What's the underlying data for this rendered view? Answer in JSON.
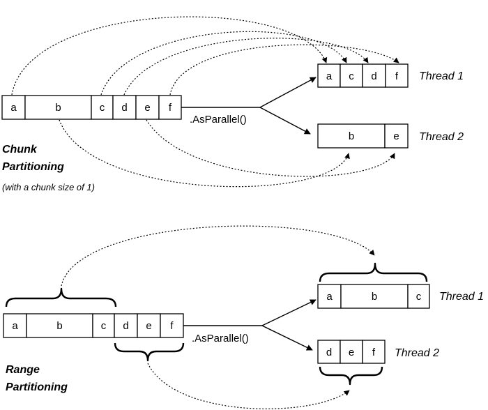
{
  "chunk": {
    "title_line1": "Chunk",
    "title_line2": "Partitioning",
    "note": "(with a chunk size of 1)",
    "source": [
      "a",
      "b",
      "c",
      "d",
      "e",
      "f"
    ],
    "method": ".AsParallel()",
    "thread1": {
      "label": "Thread 1",
      "items": [
        "a",
        "c",
        "d",
        "f"
      ]
    },
    "thread2": {
      "label": "Thread 2",
      "items": [
        "b",
        "e"
      ]
    }
  },
  "range": {
    "title_line1": "Range",
    "title_line2": "Partitioning",
    "source": [
      "a",
      "b",
      "c",
      "d",
      "e",
      "f"
    ],
    "method": ".AsParallel()",
    "thread1": {
      "label": "Thread 1",
      "items": [
        "a",
        "b",
        "c"
      ]
    },
    "thread2": {
      "label": "Thread 2",
      "items": [
        "d",
        "e",
        "f"
      ]
    }
  }
}
